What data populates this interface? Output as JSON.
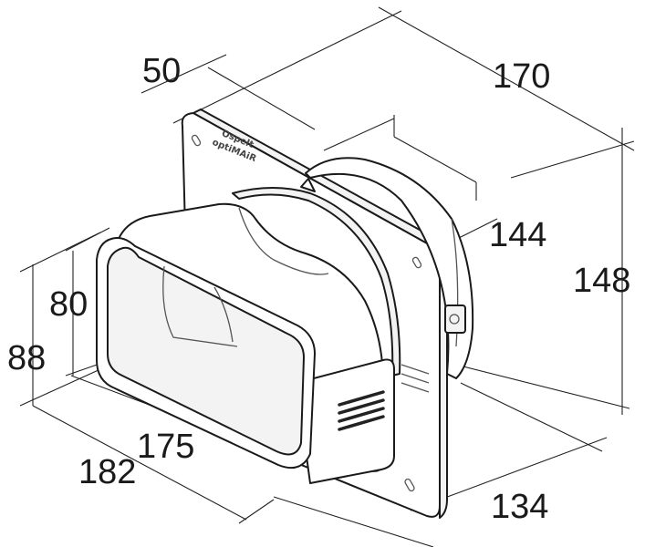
{
  "dimensions": {
    "plate_depth": "50",
    "plate_width": "170",
    "flange_inner": "144",
    "plate_height": "148",
    "outlet_inner_height": "80",
    "outlet_outer_height": "88",
    "outlet_inner_width": "175",
    "outlet_outer_width": "182",
    "overall_depth": "134"
  },
  "logo": {
    "line1": "Ospelt",
    "line2": "optiMAiR"
  }
}
